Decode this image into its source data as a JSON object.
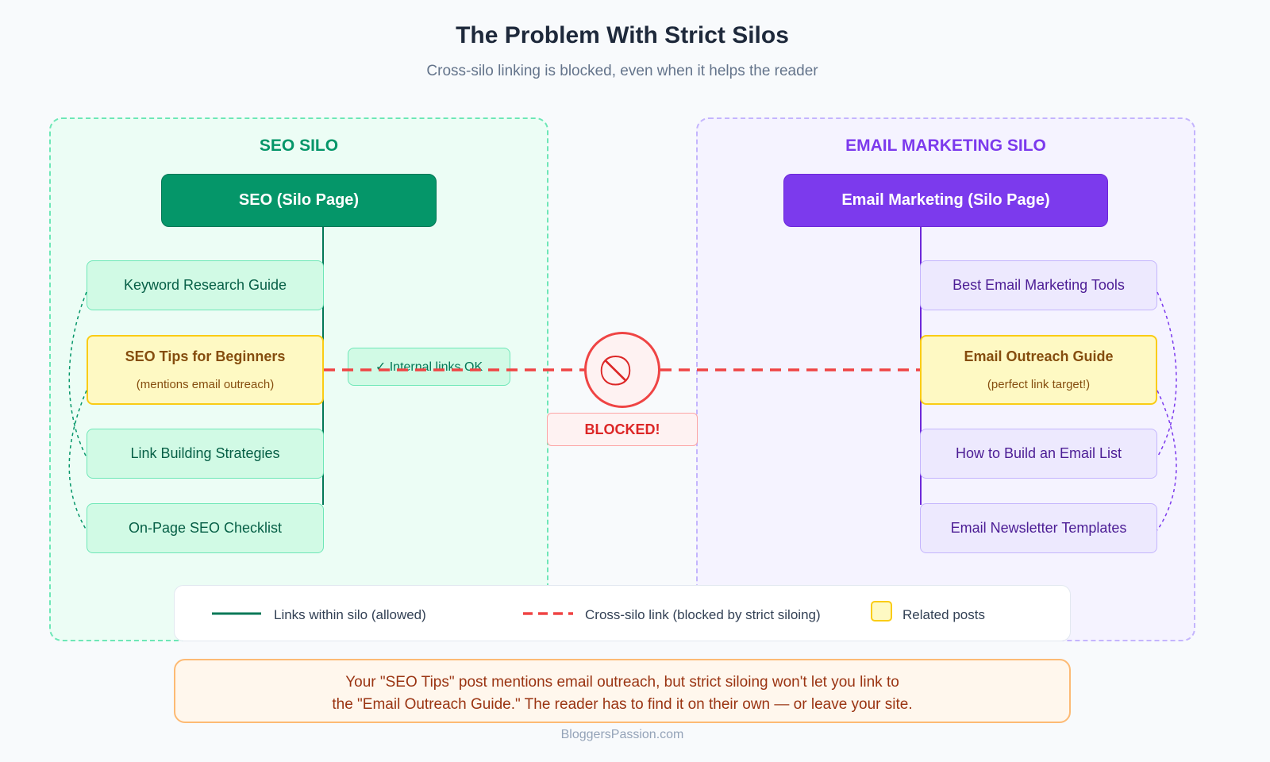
{
  "header": {
    "title": "The Problem With Strict Silos",
    "subtitle": "Cross-silo linking is blocked, even when it helps the reader"
  },
  "seo_silo": {
    "label": "SEO SILO",
    "hub": "SEO (Silo Page)",
    "posts": [
      "Keyword Research Guide",
      "SEO Tips for Beginners",
      "Link Building Strategies",
      "On-Page SEO Checklist"
    ],
    "highlight_note": "(mentions email outreach)",
    "color": "#059669"
  },
  "email_silo": {
    "label": "EMAIL MARKETING SILO",
    "hub": "Email Marketing (Silo Page)",
    "posts": [
      "Best Email Marketing Tools",
      "Email Outreach Guide",
      "How to Build an Email List",
      "Email Newsletter Templates"
    ],
    "highlight_note": "(perfect link target!)",
    "color": "#7c3aed"
  },
  "internal_links_label": "✓ Internal links OK",
  "blocked": {
    "label": "BLOCKED!",
    "icon": "no-entry-icon",
    "symbol": "⃠"
  },
  "legend": {
    "within": "Links within silo (allowed)",
    "cross": "Cross-silo link (blocked by strict siloing)",
    "related": "Related posts"
  },
  "note": {
    "line1": "Your \"SEO Tips\" post mentions email outreach, but strict siloing won't let you link to",
    "line2": "the \"Email Outreach Guide.\" The reader has to find it on their own — or leave your site."
  },
  "credit": "BloggersPassion.com",
  "colors": {
    "blocked": "#ef4444",
    "related": "#facc15"
  }
}
